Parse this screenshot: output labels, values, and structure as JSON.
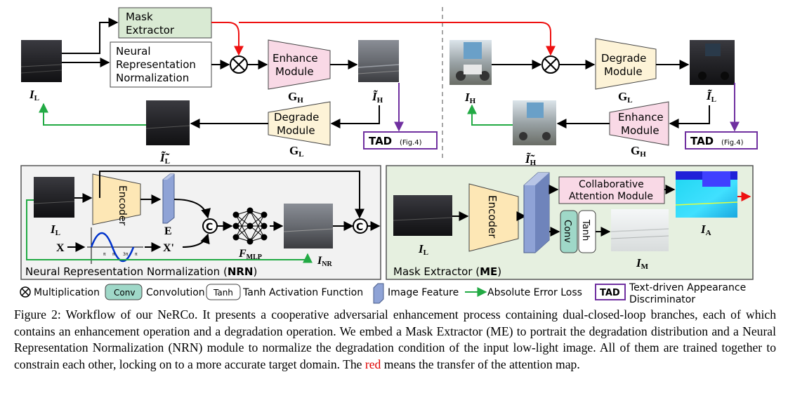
{
  "figure": {
    "top_left": {
      "mask_extractor_box": [
        "Mask",
        "Extractor"
      ],
      "nrn_box": [
        "Neural",
        "Representation",
        "Normalization"
      ],
      "enhance_module": [
        "Enhance",
        "Module"
      ],
      "degrade_module": [
        "Degrade",
        "Module"
      ],
      "g_h": "G",
      "g_h_sub": "H",
      "g_l": "G",
      "g_l_sub": "L",
      "i_l": "I",
      "i_l_sub": "L",
      "i_tilde_h": "Ĩ",
      "i_tilde_h_sub": "H",
      "i_tilde_tilde_l": "Ĩ̃",
      "i_tilde_tilde_l_sub": "L",
      "tad": "TAD",
      "tad_ref": "(Fig.4)",
      "multiply_symbol": "⊗"
    },
    "top_right": {
      "degrade_module": [
        "Degrade",
        "Module"
      ],
      "enhance_module": [
        "Enhance",
        "Module"
      ],
      "g_l": "G",
      "g_l_sub": "L",
      "g_h": "G",
      "g_h_sub": "H",
      "i_h": "I",
      "i_h_sub": "H",
      "i_tilde_l": "Ĩ",
      "i_tilde_l_sub": "L",
      "i_tilde_tilde_h": "Ĩ̃",
      "i_tilde_tilde_h_sub": "H",
      "tad": "TAD",
      "tad_ref": "(Fig.4)",
      "multiply_symbol": "⊗"
    },
    "nrn_panel": {
      "title_prefix": "Neural Representation Normalization (",
      "title_bold": "NRN",
      "title_suffix": ")",
      "encoder": "Encoder",
      "e_label": "E",
      "x_label": "X",
      "x_prime": "X'",
      "f_mlp": "F",
      "f_mlp_sub": "MLP",
      "i_l": "I",
      "i_l_sub": "L",
      "i_nr": "I",
      "i_nr_sub": "NR",
      "concat_symbol": "C"
    },
    "me_panel": {
      "title_prefix": "Mask Extractor (",
      "title_bold": "ME",
      "title_suffix": ")",
      "encoder": "Encoder",
      "cam": [
        "Collaborative",
        "Attention Module"
      ],
      "conv": "Conv",
      "tanh": "Tanh",
      "i_l": "I",
      "i_l_sub": "L",
      "i_a": "I",
      "i_a_sub": "A",
      "i_m": "I",
      "i_m_sub": "M"
    },
    "legend": {
      "multiplication": "Multiplication",
      "conv_box": "Conv",
      "convolution": "Convolution",
      "tanh_box": "Tanh",
      "tanh_text": "Tanh Activation Function",
      "image_feature": "Image Feature",
      "abs_loss": "Absolute Error Loss",
      "tad_box": "TAD",
      "tad_text": [
        "Text-driven Appearance",
        "Discriminator"
      ]
    },
    "colors": {
      "mask_green": "#d9ead3",
      "enhance_pink": "#f9d9e6",
      "degrade_yellow": "#fdf3d7",
      "encoder_yellow": "#fde7b5",
      "tad_purple": "#7030a0",
      "loss_green": "#22aa44",
      "attention_red": "#ee1111",
      "feature_blue": "#8fa3d6",
      "nrn_panel_bg": "#f2f2f2",
      "me_panel_bg": "#e6f0e0"
    }
  },
  "caption": {
    "text_1": "Figure 2: Workflow of our NeRCo. It presents a cooperative adversarial enhancement process containing dual-closed-loop branches, each of which contains an enhancement operation and a degradation operation. We embed a Mask Extractor (ME) to portrait the degradation distribution and a Neural Representation Normalization (NRN) module to normalize the degradation condition of the input low-light image. All of them are trained together to constrain each other, locking on to a more accurate target domain. The ",
    "red_word": "red",
    "text_2": " means the transfer of the attention map."
  }
}
